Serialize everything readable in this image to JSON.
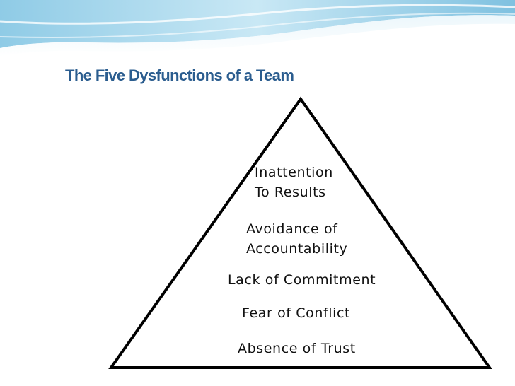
{
  "slide": {
    "title": "The Five Dysfunctions of a Team"
  },
  "pyramid": {
    "levels": [
      {
        "line1": "Inattention",
        "line2": "To Results"
      },
      {
        "line1": "Avoidance of",
        "line2": "Accountability"
      },
      {
        "line1": "Lack of Commitment"
      },
      {
        "line1": "Fear of Conflict"
      },
      {
        "line1": "Absence of Trust"
      }
    ]
  },
  "colors": {
    "title": "#2b5d8f",
    "wave_dark": "#5ea9cf",
    "wave_light": "#cfe9f4",
    "outline": "#000000"
  }
}
